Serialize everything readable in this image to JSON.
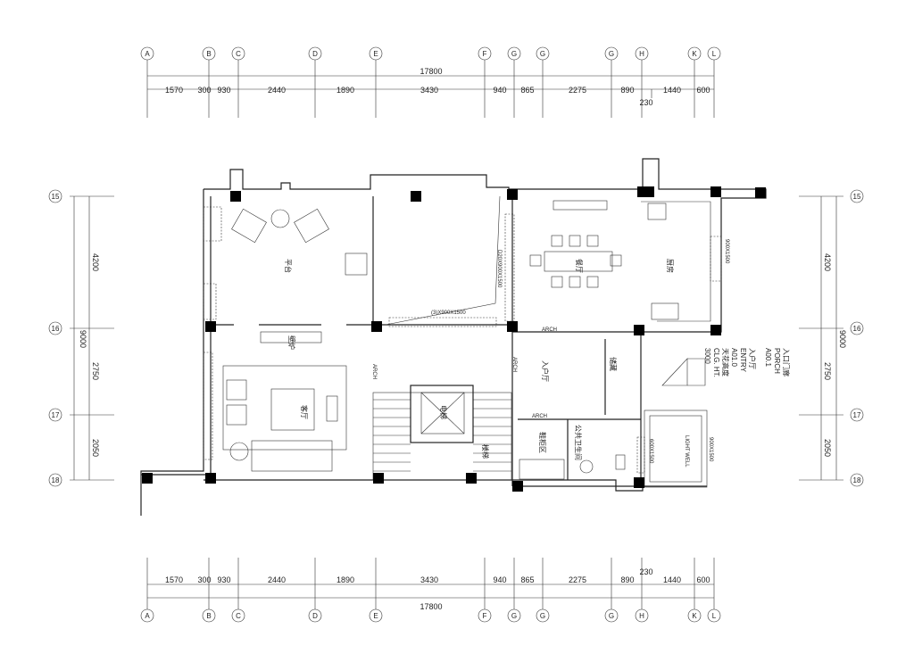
{
  "grid": {
    "columns": [
      "A",
      "B",
      "C",
      "D",
      "E",
      "F",
      "G",
      "G",
      "G",
      "H",
      "K",
      "L"
    ],
    "rows": [
      "15",
      "16",
      "17",
      "18"
    ]
  },
  "dimensions": {
    "horizontal_total": "17800",
    "horizontal_segments": [
      "1570",
      "300",
      "930",
      "2440",
      "1890",
      "3430",
      "940",
      "865",
      "2275",
      "890",
      "1440",
      "600"
    ],
    "horizontal_extra": "230",
    "vertical_total": "9000",
    "vertical_segments": [
      "4200",
      "2750",
      "2050"
    ]
  },
  "rooms": {
    "terrace": "平台",
    "dining": "餐厅",
    "kitchen": "厨房",
    "fireplace": "壁炉",
    "living": "客厅",
    "elevator": "电梯",
    "stair": "楼梯",
    "foyer": "入户厅",
    "storage": "储藏",
    "shoe": "鞋柜区",
    "toilet": "公共卫生间",
    "lightwell": "LIGHT WELL"
  },
  "labels": {
    "arch": "ARCH",
    "window_1": "(3)X900X1500",
    "window_2": "D20X900X1500",
    "window_3": "900X1500",
    "window_4": "600X1500",
    "window_5": "900X1500",
    "porch_cn": "入口门廊",
    "porch_en": "PORCH",
    "porch_code": "A00.1",
    "entry_cn": "入户厅",
    "entry_en": "ENTRY",
    "entry_code": "A01.0",
    "ceiling_cn": "天花高度",
    "ceiling_en": "CLG. HT.",
    "ceiling_val": "3000",
    "stair_tag": "楼梯"
  }
}
